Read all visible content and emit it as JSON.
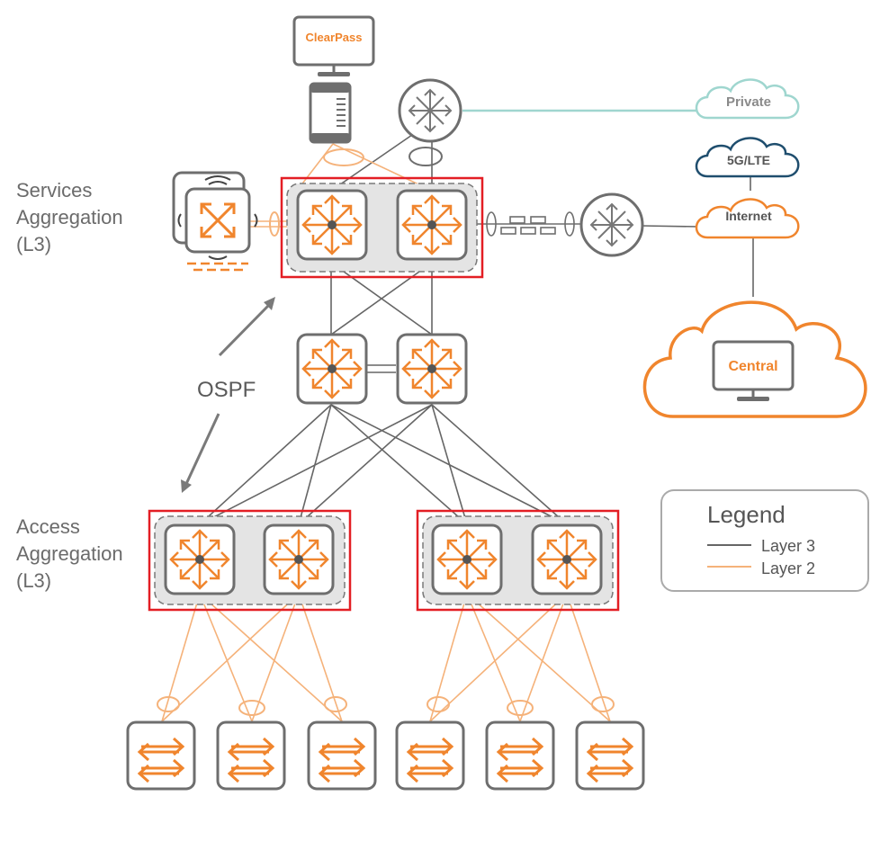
{
  "labels": {
    "services_line1": "Services",
    "services_line2": "Aggregation",
    "services_line3": "(L3)",
    "access_line1": "Access",
    "access_line2": "Aggregation",
    "access_line3": "(L3)",
    "ospf": "OSPF"
  },
  "clouds": {
    "private": "Private",
    "lte": "5G/LTE",
    "internet": "Internet",
    "central": "Central"
  },
  "clearpass": "ClearPass",
  "legend": {
    "title": "Legend",
    "layer3": "Layer 3",
    "layer2": "Layer 2"
  },
  "colors": {
    "orange": "#f0852d",
    "gray": "#6e6e6e",
    "red": "#e31e24",
    "teal": "#9fd6cf",
    "navy": "#1f4e6e",
    "layer3_line": "#666666",
    "layer2_line": "#f5b27a"
  }
}
